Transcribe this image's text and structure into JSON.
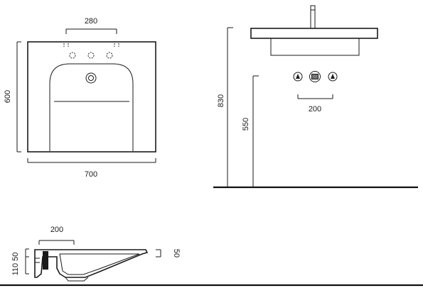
{
  "colors": {
    "line": "#1a1a1a",
    "background": "#ffffff"
  },
  "dimensions": {
    "top_view": {
      "tap_spacing": "280",
      "width": "700",
      "depth": "600"
    },
    "side_view": {
      "total_height": "830",
      "fixing_height": "550",
      "fixing_spacing": "200"
    },
    "section_view": {
      "top_depth": "200",
      "heights": "110 50",
      "rim_height": "50"
    }
  }
}
